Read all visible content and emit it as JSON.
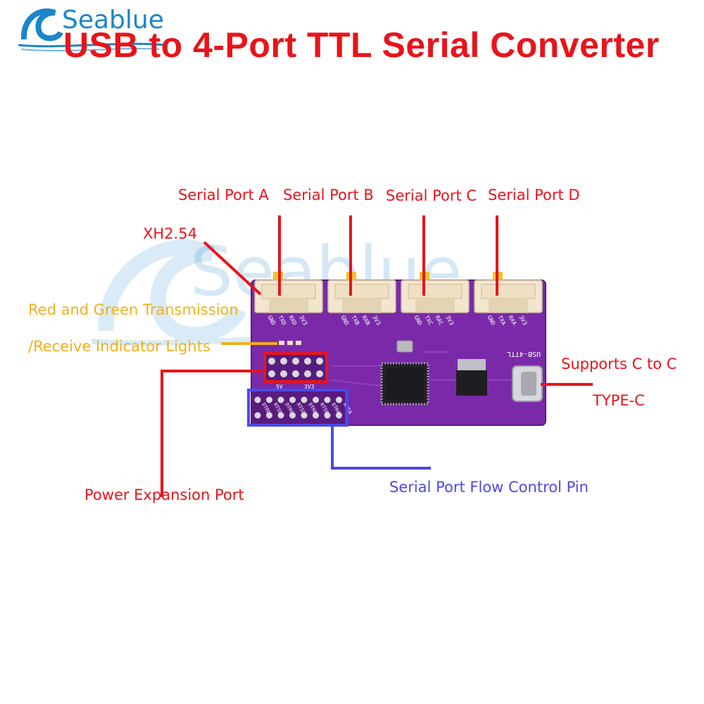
{
  "brand": {
    "name": "Seablue"
  },
  "title": "USB to 4-Port TTL Serial Converter",
  "watermark": "Seablue",
  "labels": {
    "port_a": "Serial Port A",
    "port_b": "Serial Port B",
    "port_c": "Serial Port C",
    "port_d": "Serial Port D",
    "xh": "XH2.54",
    "led_line1": "Red and Green Transmission",
    "led_line2": "/Receive Indicator Lights",
    "power": "Power Expansion Port",
    "flow": "Serial Port Flow Control Pin",
    "ctoc": "Supports C to C",
    "typec": "TYPE-C"
  },
  "silkscreen": {
    "board_name": "USB-4TTL",
    "pins_a": [
      "GND",
      "TXD",
      "RXD",
      "3V3"
    ],
    "pins_b": [
      "GND",
      "TXB",
      "RXB",
      "3V3"
    ],
    "pins_c": [
      "GND",
      "TXC",
      "RXC",
      "3V3"
    ],
    "pins_d": [
      "GND",
      "TXA",
      "RXA",
      "3V3"
    ],
    "power_pins": [
      "5V",
      "3V3"
    ],
    "flow_pins": [
      "DTRD",
      "RTSD",
      "DTRC",
      "RTSC",
      "DTRB",
      "RTSB",
      "DTRA",
      "RTSA"
    ]
  },
  "colors": {
    "title": "#e8141b",
    "red_label": "#e8141b",
    "led_label": "#f2b01b",
    "flow_label": "#4a49e8",
    "board": "#7a2aa8",
    "connector": "#f3e6cf",
    "brand": "#1a86c9"
  }
}
